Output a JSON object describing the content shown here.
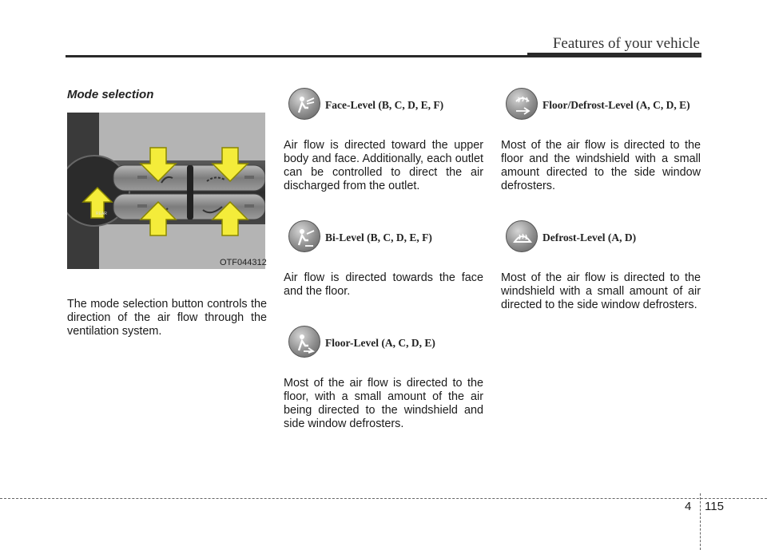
{
  "header": {
    "title": "Features of your vehicle"
  },
  "left": {
    "section_title": "Mode selection",
    "figure_code": "OTF044312",
    "figure_rear_label": "REAR",
    "description": "The mode selection button controls the direction of the air flow through the ventilation system."
  },
  "modes": [
    {
      "icon": "face-vent-icon",
      "label": "Face-Level (B, C, D, E, F)",
      "text": "Air flow is directed toward the upper body and face. Additionally, each outlet can be controlled to direct the air discharged from the outlet."
    },
    {
      "icon": "bi-level-vent-icon",
      "label": "Bi-Level (B, C, D, E, F)",
      "text": "Air flow is directed towards the face and the floor."
    },
    {
      "icon": "floor-vent-icon",
      "label": "Floor-Level (A, C, D, E)",
      "text": "Most of the air flow is directed to the floor, with a small amount of the air being directed to the windshield and side window defrosters."
    },
    {
      "icon": "floor-defrost-icon",
      "label": "Floor/Defrost-Level (A, C, D, E)",
      "text": "Most of the air flow is directed to the floor and the windshield with a small amount directed to the side window defrosters."
    },
    {
      "icon": "defrost-icon",
      "label": "Defrost-Level (A, D)",
      "text": "Most of the air flow is directed to the windshield with a small amount of air directed to the side window defrosters."
    }
  ],
  "footer": {
    "chapter": "4",
    "page": "115"
  },
  "colors": {
    "arrow_fill": "#f4ec3a",
    "arrow_stroke": "#8a8600",
    "rule": "#2a2a2a"
  }
}
